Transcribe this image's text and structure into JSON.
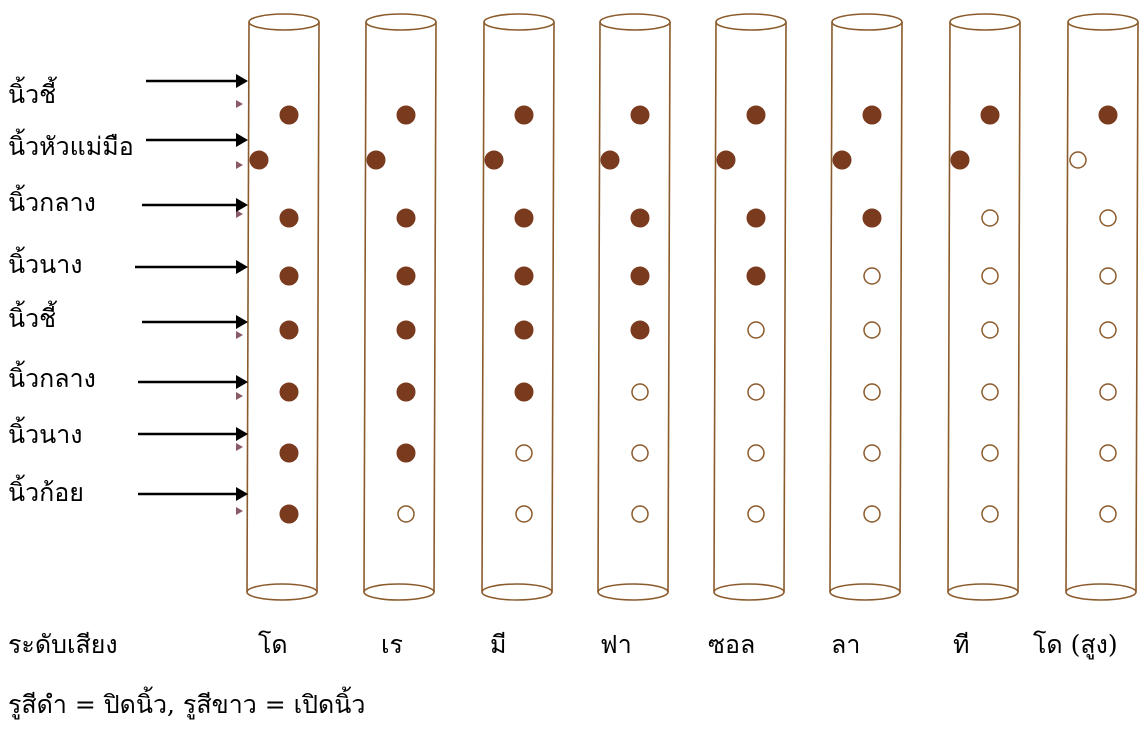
{
  "colors": {
    "tube_outline": "#8b5a2b",
    "closed_hole": "#7a3a1e",
    "open_hole": "#8b5a2b",
    "arrow": "#000000",
    "side_tick": "#8a5a66"
  },
  "finger_labels": [
    "นิ้วชี้",
    "นิ้วหัวแม่มือ",
    "นิ้วกลาง",
    "นิ้วนาง",
    "นิ้วชี้",
    "นิ้วกลาง",
    "นิ้วนาง",
    "นิ้วก้อย"
  ],
  "notes_row": {
    "title": "ระดับเสียง",
    "notes": [
      "โด",
      "เร",
      "มี",
      "ฟา",
      "ซอล",
      "ลา",
      "ที",
      "โด (สูง)"
    ]
  },
  "legend": "รูสีดำ = ปิดนิ้ว,  รูสีขาว  = เปิดนิ้ว",
  "fingering": {
    "hole_order": [
      "top",
      "thumb",
      "h3",
      "h4",
      "h5",
      "h6",
      "h7",
      "h8"
    ],
    "state_codes": {
      "1": "closed",
      "0": "open"
    },
    "by_note": [
      [
        1,
        1,
        1,
        1,
        1,
        1,
        1,
        1
      ],
      [
        1,
        1,
        1,
        1,
        1,
        1,
        1,
        0
      ],
      [
        1,
        1,
        1,
        1,
        1,
        1,
        0,
        0
      ],
      [
        1,
        1,
        1,
        1,
        1,
        0,
        0,
        0
      ],
      [
        1,
        1,
        1,
        1,
        0,
        0,
        0,
        0
      ],
      [
        1,
        1,
        1,
        0,
        0,
        0,
        0,
        0
      ],
      [
        1,
        1,
        0,
        0,
        0,
        0,
        0,
        0
      ],
      [
        1,
        0,
        0,
        0,
        0,
        0,
        0,
        0
      ]
    ]
  }
}
